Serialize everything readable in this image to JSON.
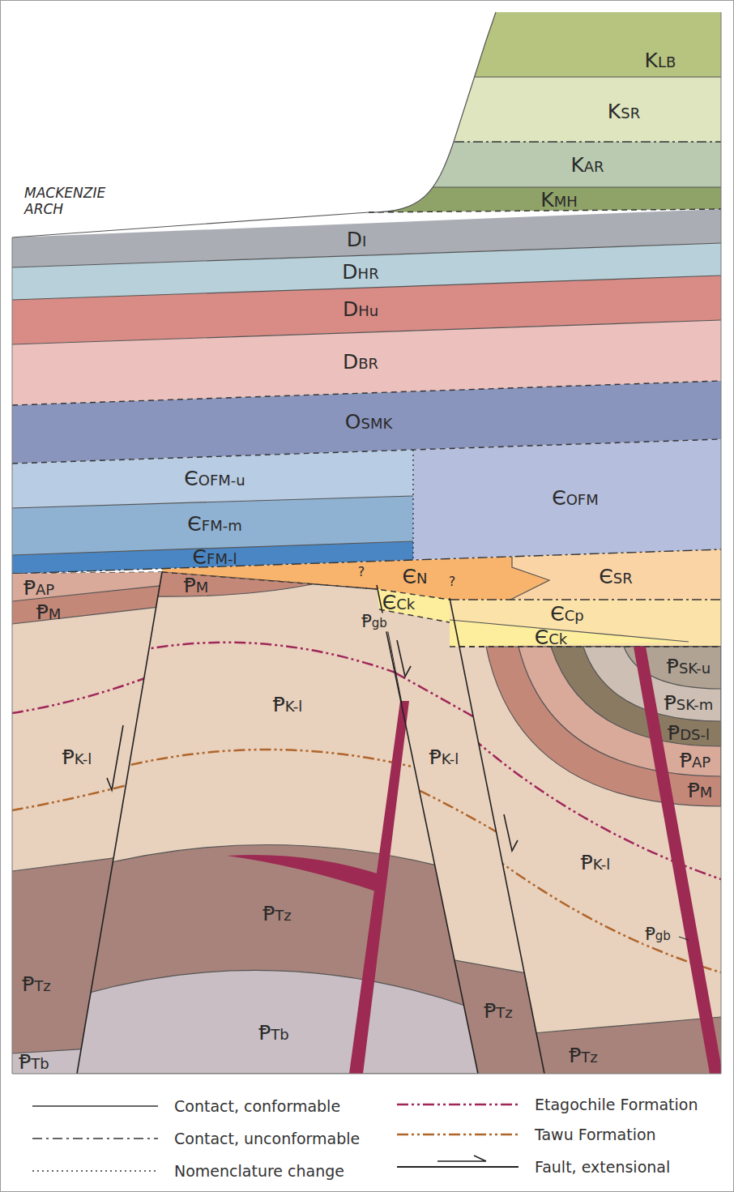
{
  "diagram": {
    "nodes": [
      {
        "text": [
          "KLB"
        ]
      },
      {
        "text": [
          "KSR"
        ]
      },
      {
        "text": [
          "KAR"
        ]
      },
      {
        "text": [
          "KMH"
        ]
      },
      {
        "text": [
          "DI"
        ]
      },
      {
        "text": [
          "DHR"
        ]
      },
      {
        "text": [
          "DHu"
        ]
      },
      {
        "text": [
          "DBR"
        ]
      },
      {
        "text": [
          "OSMK"
        ]
      },
      {
        "text": [
          "ЄOFM-u"
        ]
      },
      {
        "text": [
          "ЄOFM"
        ]
      },
      {
        "text": [
          "ЄFM-m"
        ]
      },
      {
        "text": [
          "ЄFM-l"
        ]
      },
      {
        "text": [
          "ЄSR"
        ]
      },
      {
        "text": [
          "ЄN"
        ]
      },
      {
        "text": [
          "ⱣAP"
        ]
      },
      {
        "text": [
          "ⱣM"
        ]
      },
      {
        "text": [
          "ⱣM"
        ]
      },
      {
        "text": [
          "ЄCk"
        ]
      },
      {
        "text": [
          "ЄCp"
        ]
      },
      {
        "text": [
          "ЄCk"
        ]
      },
      {
        "text": [
          "ⱣSK-u"
        ]
      },
      {
        "text": [
          "ⱣSK-m"
        ]
      },
      {
        "text": [
          "ⱣK-l"
        ]
      },
      {
        "text": [
          "ⱣDS-l"
        ]
      },
      {
        "text": [
          "ⱣAP"
        ]
      },
      {
        "text": [
          "ⱣK-l"
        ]
      },
      {
        "text": [
          "ⱣM"
        ]
      },
      {
        "text": [
          "ⱣK-l"
        ]
      },
      {
        "text": [
          "ⱣK-l"
        ]
      },
      {
        "text": [
          "ⱣTz"
        ]
      },
      {
        "text": [
          "ⱣTz"
        ]
      },
      {
        "text": [
          "ⱣTb"
        ]
      },
      {
        "text": [
          "ⱣTz"
        ]
      },
      {
        "text": [
          "ⱣTz"
        ]
      },
      {
        "text": [
          "ⱣTb"
        ]
      }
    ],
    "labels": [
      "MACKENZIE ARCH",
      "?",
      "?",
      "Ᵽgb",
      "Ᵽgb"
    ],
    "legend": [
      {
        "text": "Contact, conformable"
      },
      {
        "text": "Contact, unconformable"
      },
      {
        "text": "Nomenclature change"
      },
      {
        "text": "Etagochile Formation"
      },
      {
        "text": "Tawu Formation"
      },
      {
        "text": "Fault, extensional"
      }
    ]
  }
}
